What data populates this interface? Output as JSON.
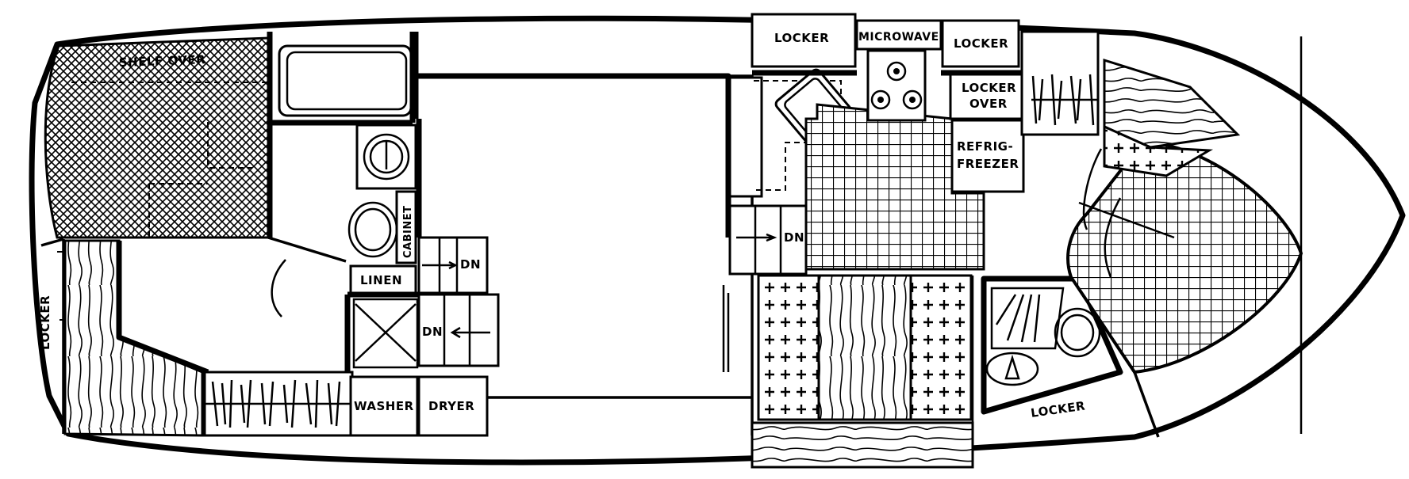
{
  "labels": {
    "shelf_over": "SHELF OVER",
    "locker_stern": "LOCKER",
    "cabinet": "CABINET",
    "linen": "LINEN",
    "dn_1": "DN",
    "dn_2": "DN",
    "dn_3": "DN",
    "washer": "WASHER",
    "dryer": "DRYER",
    "locker_top_left": "LOCKER",
    "microwave": "MICROWAVE",
    "locker_top_right": "LOCKER",
    "locker_over_1": "LOCKER",
    "locker_over_2": "OVER",
    "refrig_1": "REFRIG-",
    "refrig_2": "FREEZER",
    "locker_bow_head": "LOCKER"
  }
}
